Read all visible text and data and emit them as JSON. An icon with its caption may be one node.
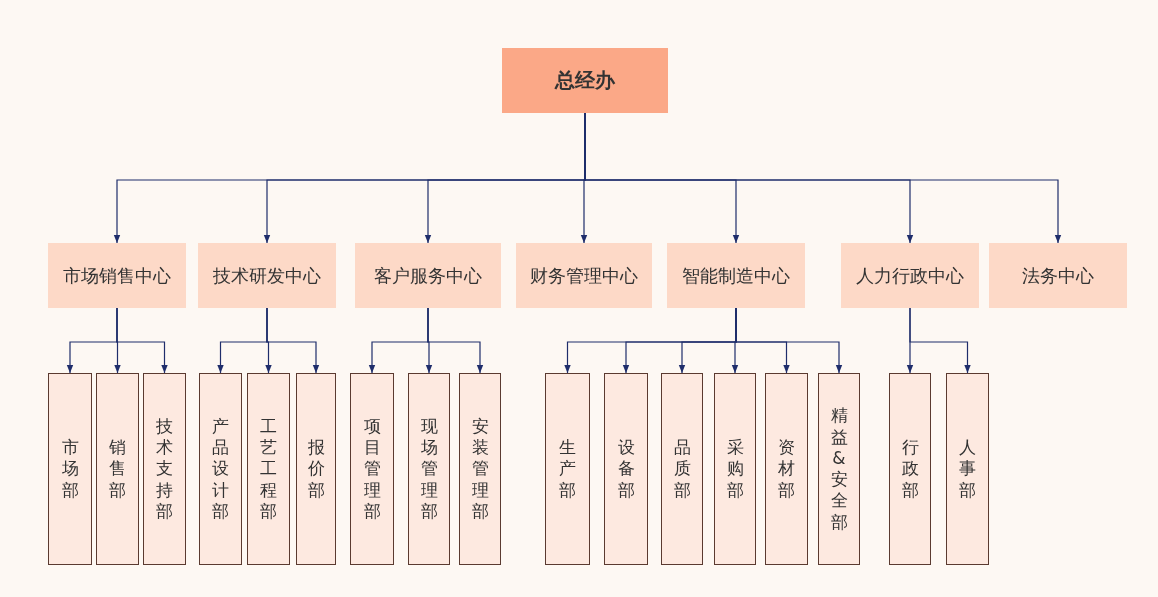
{
  "diagram": {
    "nodes": [
      {
        "text": [
          "总经办"
        ]
      },
      {
        "text": [
          "市场销售中心"
        ]
      },
      {
        "text": [
          "技术研发中心"
        ]
      },
      {
        "text": [
          "客户服务中心"
        ]
      },
      {
        "text": [
          "财务管理中心"
        ]
      },
      {
        "text": [
          "智能制造中心"
        ]
      },
      {
        "text": [
          "人力行政中心"
        ]
      },
      {
        "text": [
          "法务中心"
        ]
      },
      {
        "text": [
          "市场部"
        ]
      },
      {
        "text": [
          "销售部"
        ]
      },
      {
        "text": [
          "技术支持部"
        ]
      },
      {
        "text": [
          "产品设计部"
        ]
      },
      {
        "text": [
          "工艺工程部"
        ]
      },
      {
        "text": [
          "报价部"
        ]
      },
      {
        "text": [
          "项目管理部"
        ]
      },
      {
        "text": [
          "现场管理部"
        ]
      },
      {
        "text": [
          "安装管理部"
        ]
      },
      {
        "text": [
          "生产部"
        ]
      },
      {
        "text": [
          "设备部"
        ]
      },
      {
        "text": [
          "品质部"
        ]
      },
      {
        "text": [
          "采购部"
        ]
      },
      {
        "text": [
          "资材部"
        ]
      },
      {
        "text": [
          "精益&安全部"
        ]
      },
      {
        "text": [
          "行政部"
        ]
      },
      {
        "text": [
          "人事部"
        ]
      }
    ],
    "edges": [
      {
        "from": 0,
        "to": 1,
        "arrow": "to"
      },
      {
        "from": 0,
        "to": 2,
        "arrow": "to"
      },
      {
        "from": 0,
        "to": 3,
        "arrow": "to"
      },
      {
        "from": 0,
        "to": 4,
        "arrow": "to"
      },
      {
        "from": 0,
        "to": 5,
        "arrow": "to"
      },
      {
        "from": 0,
        "to": 6,
        "arrow": "to"
      },
      {
        "from": 0,
        "to": 7,
        "arrow": "to"
      },
      {
        "from": 1,
        "to": 8,
        "arrow": "to"
      },
      {
        "from": 1,
        "to": 9,
        "arrow": "to"
      },
      {
        "from": 1,
        "to": 10,
        "arrow": "to"
      },
      {
        "from": 2,
        "to": 11,
        "arrow": "to"
      },
      {
        "from": 2,
        "to": 12,
        "arrow": "to"
      },
      {
        "from": 2,
        "to": 13,
        "arrow": "to"
      },
      {
        "from": 3,
        "to": 14,
        "arrow": "to"
      },
      {
        "from": 3,
        "to": 15,
        "arrow": "to"
      },
      {
        "from": 3,
        "to": 16,
        "arrow": "to"
      },
      {
        "from": 5,
        "to": 17,
        "arrow": "to"
      },
      {
        "from": 5,
        "to": 18,
        "arrow": "to"
      },
      {
        "from": 5,
        "to": 19,
        "arrow": "to"
      },
      {
        "from": 5,
        "to": 20,
        "arrow": "to"
      },
      {
        "from": 5,
        "to": 21,
        "arrow": "to"
      },
      {
        "from": 5,
        "to": 22,
        "arrow": "to"
      },
      {
        "from": 6,
        "to": 23,
        "arrow": "to"
      },
      {
        "from": 6,
        "to": 24,
        "arrow": "to"
      }
    ]
  }
}
